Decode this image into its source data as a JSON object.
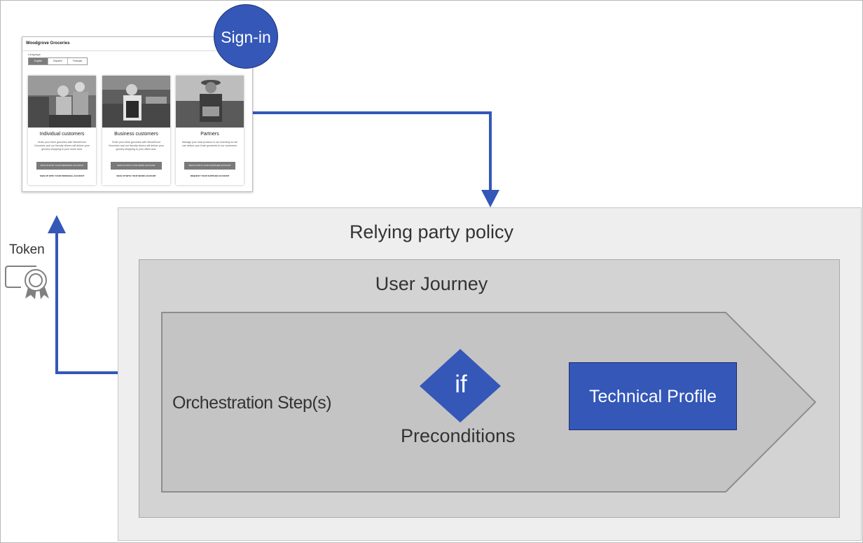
{
  "website": {
    "title": "Woodgrove Groceries",
    "language_label": "Language",
    "languages": [
      "English",
      "Español",
      "Français"
    ],
    "cards": [
      {
        "title": "Individual customers",
        "description": "Order your fresh groceries with WoodGrove Groceries and our friendly drivers will deliver your grocery shopping to your home door.",
        "button": "SIGN IN WITH YOUR PERSONAL ACCOUNT",
        "link": "SIGN UP WITH YOUR PERSONAL ACCOUNT"
      },
      {
        "title": "Business customers",
        "description": "Order your fresh groceries with WoodGrove Groceries and our friendly drivers will deliver your grocery shopping to your office door.",
        "button": "SIGN IN WITH YOUR WORK ACCOUNT",
        "link": "SIGN UP WITH YOUR WORK ACCOUNT"
      },
      {
        "title": "Partners",
        "description": "Manage your local produce in our inventory so we can deliver your fresh groceries to our customers.",
        "button": "SIGN IN WITH YOUR SUPPLIER ACCOUNT",
        "link": "REQUEST YOUR SUPPLIER ACCOUNT"
      }
    ]
  },
  "signin_label": "Sign-in",
  "token_label": "Token",
  "relying_party_label": "Relying party policy",
  "user_journey_label": "User Journey",
  "orchestration_label": "Orchestration Step(s)",
  "condition_symbol": "if",
  "preconditions_label": "Preconditions",
  "technical_profile_label": "Technical Profile",
  "colors": {
    "accent_blue": "#3457b8",
    "relying_party_bg": "#eeeeee",
    "user_journey_bg": "#d3d3d3",
    "orchestration_bg": "#c5c4c4"
  }
}
